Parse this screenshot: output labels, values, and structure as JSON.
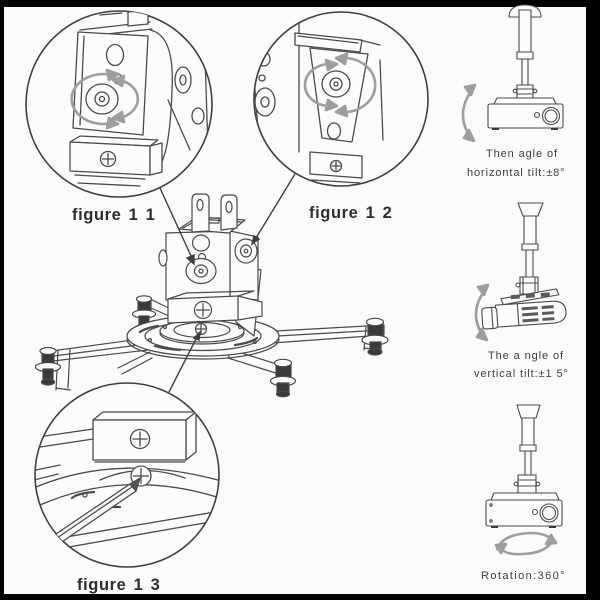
{
  "figures": {
    "fig11": {
      "label": "figure 1 1"
    },
    "fig12": {
      "label": "figure 1 2"
    },
    "fig13": {
      "label": "figure 1 3"
    }
  },
  "specs": {
    "horizontal": {
      "line1": "Then agle of",
      "line2": "horizontal tilt:±8°"
    },
    "vertical": {
      "line1": "The a ngle of",
      "line2": "vertical tilt:±1 5°"
    },
    "rotation": {
      "label": "Rotation:360°"
    }
  },
  "colors": {
    "frame": "#000000",
    "paper": "#fbfbfb",
    "line_art": "#4a4a4a",
    "rotation_arrows": "#9e9e9e",
    "text": "#3d3d3d"
  }
}
